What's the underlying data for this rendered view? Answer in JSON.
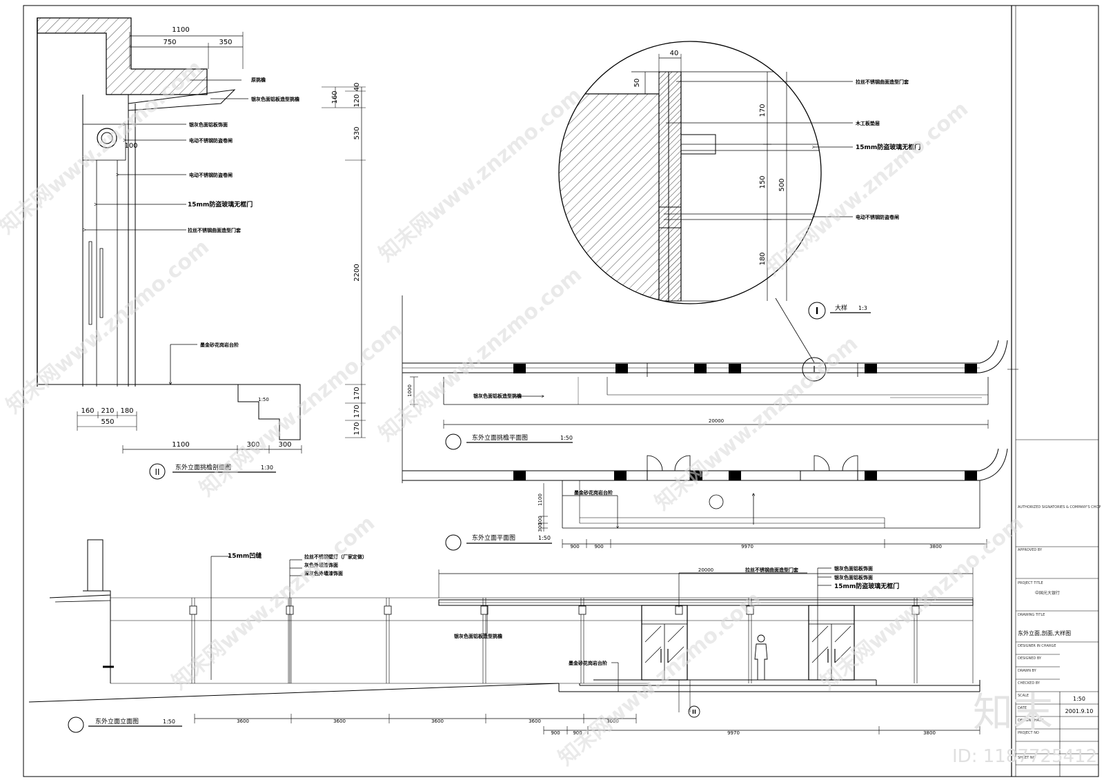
{
  "section_II": {
    "dims_top": [
      "1100",
      "750",
      "350"
    ],
    "dims_right": [
      "160",
      "120",
      "40",
      "530",
      "100",
      "2200",
      "170",
      "170",
      "170"
    ],
    "dims_bottom_small": [
      "160",
      "210",
      "180",
      "550"
    ],
    "dims_bottom": [
      "1100",
      "300",
      "300"
    ],
    "step_scale": "1:50",
    "notes": [
      "原挑檐",
      "银灰色面铝板造型挑檐",
      "银灰色面铝板饰面",
      "电动不锈钢防盗卷闸",
      "电动不锈钢防盗卷闸",
      "15mm防盗玻璃无框门",
      "拉丝不锈钢曲面造型门套",
      "墨金砂花岗岩台阶"
    ],
    "marker": "II",
    "title": "东外立面挑檐剖面图",
    "scale": "1:30"
  },
  "detail_I": {
    "dims_top": [
      "40"
    ],
    "dims_left": [
      "50"
    ],
    "dims_vertical": [
      "170",
      "500",
      "150",
      "180"
    ],
    "notes": [
      "拉丝不锈钢曲面造型门套",
      "木工板垫层",
      "15mm防盗玻璃无框门",
      "电动不锈钢防盗卷闸"
    ],
    "marker": "I",
    "title": "大样",
    "scale": "1:3"
  },
  "canopy_plan": {
    "dim_left": "1000",
    "dim_total": "20000",
    "note": "银灰色面铝板造型挑檐",
    "title": "东外立面挑檐平面图",
    "scale": "1:50",
    "marker": "I"
  },
  "plan": {
    "dims_left": [
      "1100",
      "300",
      "300"
    ],
    "dims_bottom": [
      "900",
      "900",
      "9970",
      "3800"
    ],
    "note": "墨金砂花岗岩台阶",
    "title": "东外立面平面图",
    "scale": "1:50"
  },
  "elevation": {
    "dim_total": "20000",
    "notes_left": [
      "15mm凹缝",
      "拉丝不锈钢壁灯（厂家定做）",
      "灰色外墙漆饰面",
      "深灰色外墙漆饰面"
    ],
    "notes_top": [
      "拉丝不锈钢曲面造型门套",
      "银灰色面铝板饰面",
      "银灰色面铝板饰面",
      "15mm防盗玻璃无框门"
    ],
    "note_canopy": "银灰色面铝板造型挑檐",
    "note_steps": "墨金砂花岗岩台阶",
    "dims_bottom_left": [
      "3600",
      "3600",
      "3600",
      "3600"
    ],
    "dims_bottom_right": [
      "900",
      "900",
      "3000",
      "9970",
      "3800"
    ],
    "marker": "II",
    "title": "东外立面立面图",
    "scale": "1:50"
  },
  "title_block": {
    "authorized": "AUTHORIZED SIGNATORIES & COMPANY'S CHOP",
    "approved": "APPROVED BY",
    "project_title_label": "PROJECT TITLE",
    "project_title": "中国光大银行",
    "drawing_title_label": "DRAWING TITLE",
    "drawing_title": "东外立面,剖面,大样图",
    "fields": [
      "DESIGNER IN CHARGE",
      "DESIGNED BY",
      "DRAWN BY",
      "CHECKED BY",
      "SCALE",
      "DATE",
      "DESIGN PHASE",
      "PROJECT NO",
      "SHEET NO"
    ],
    "scale_value": "1:50",
    "date_value": "2001.9.10"
  },
  "watermark": {
    "text": "知末网www.znzmo.com",
    "logo": "知末",
    "id": "ID: 1187725412"
  }
}
